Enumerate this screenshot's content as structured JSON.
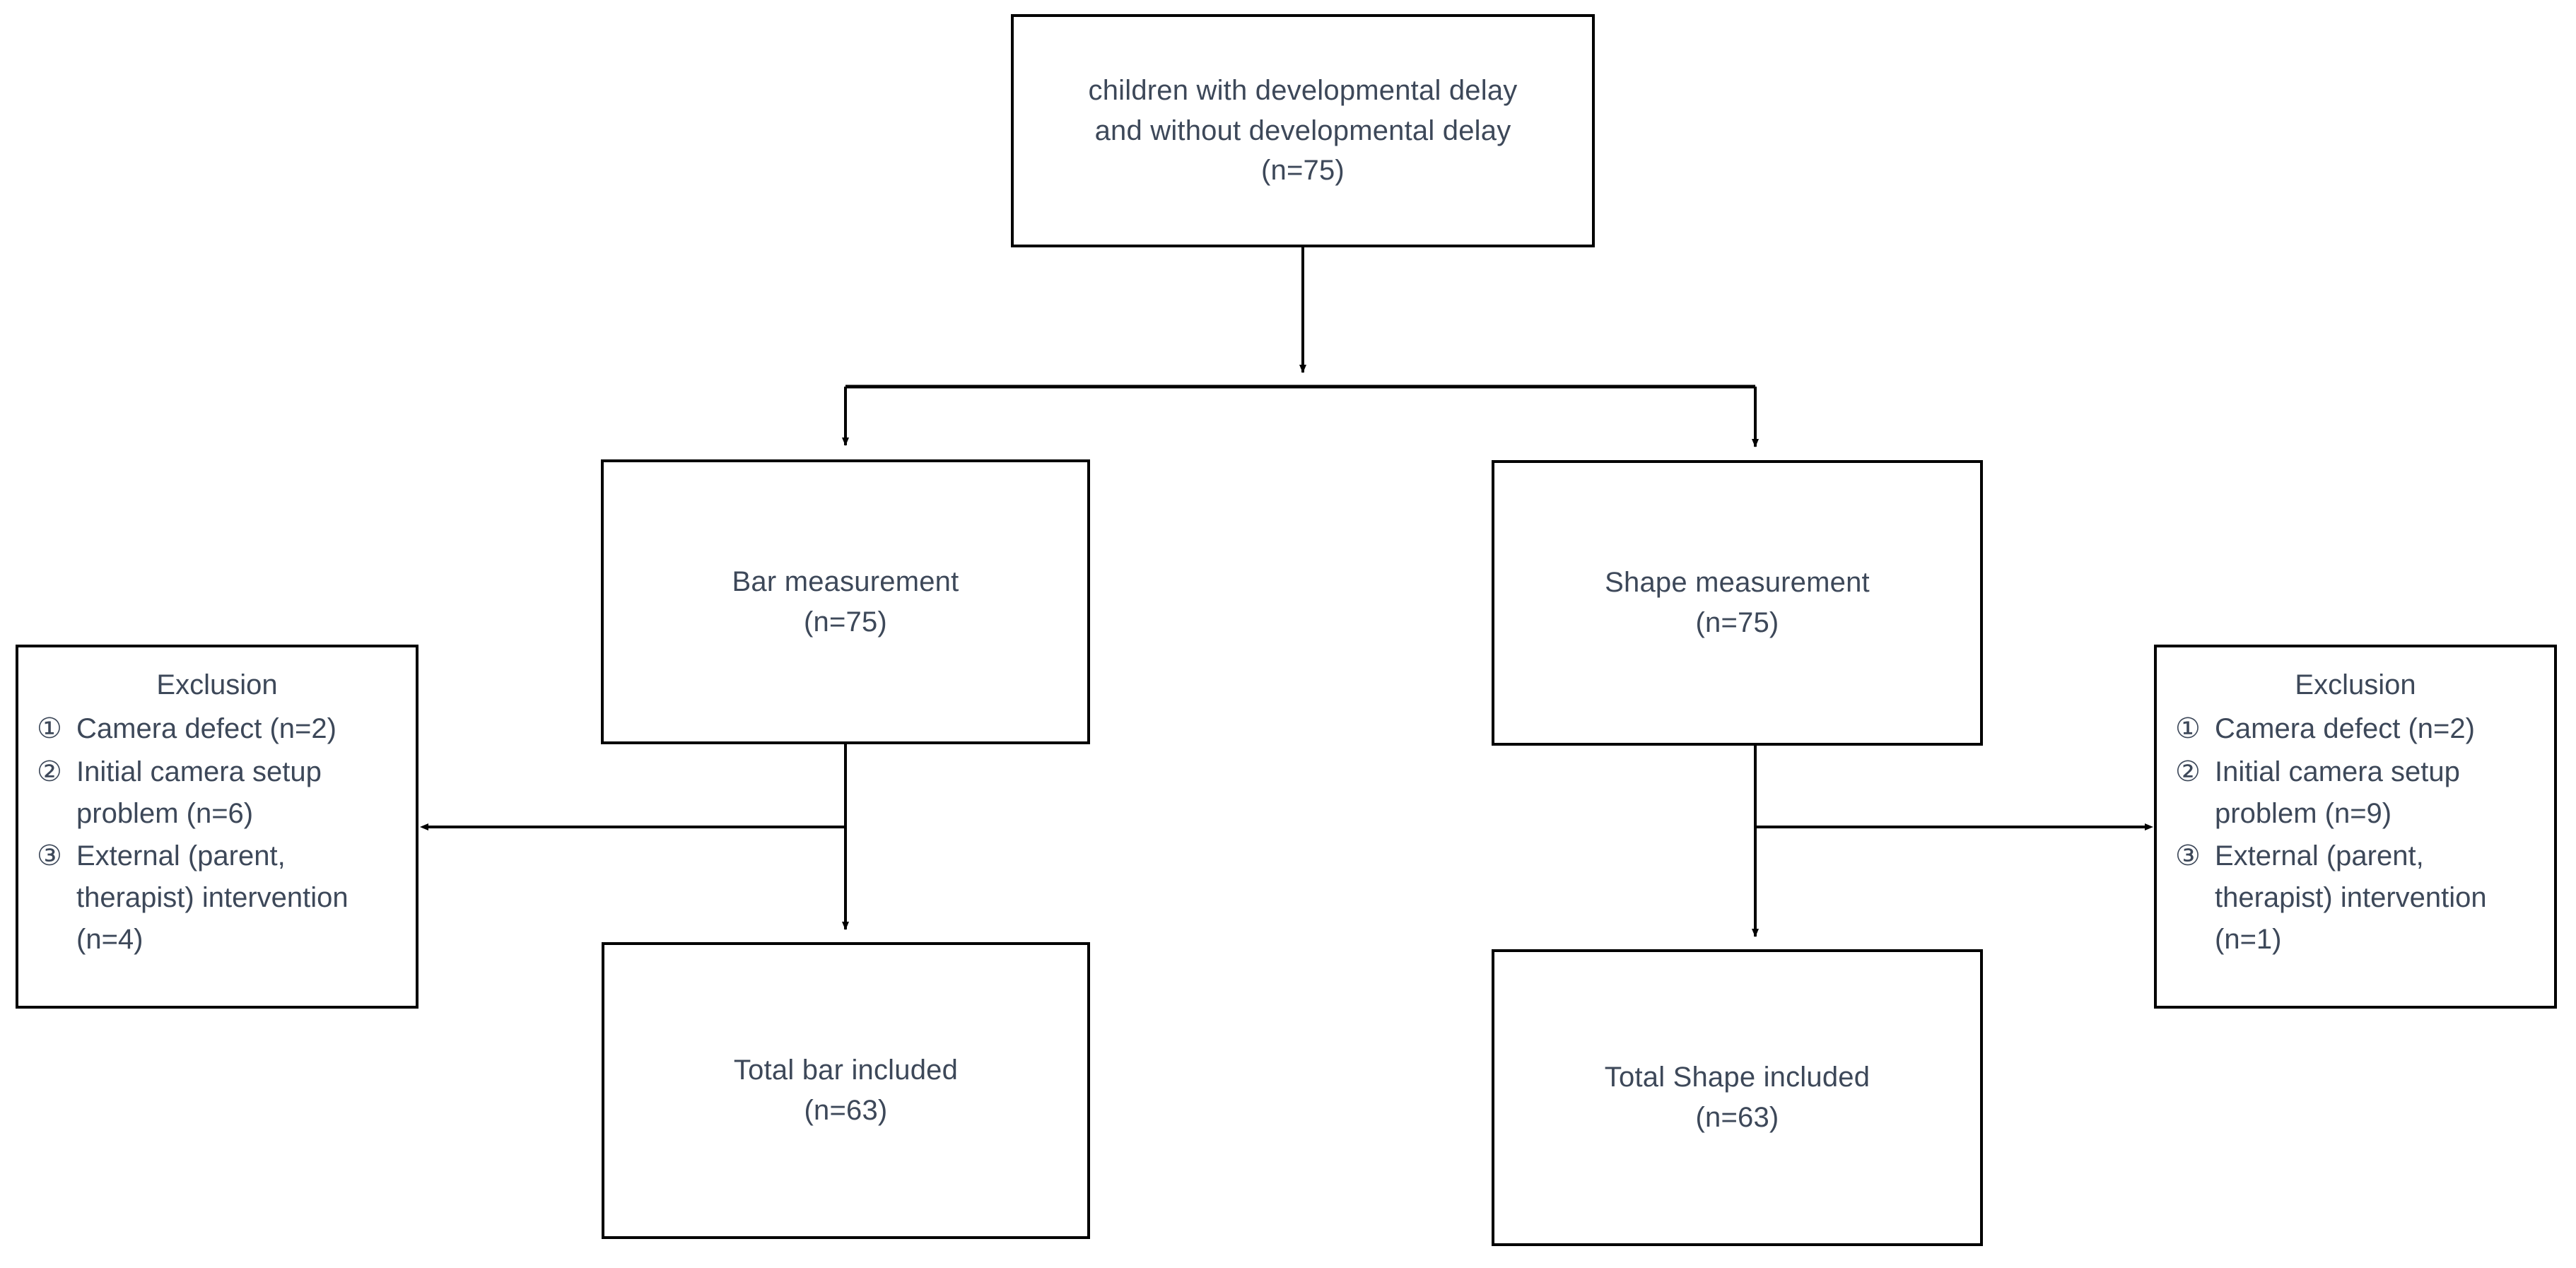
{
  "diagram": {
    "title_flow": "participant flow / CONSORT-style flowchart",
    "background_color": "#ffffff",
    "line_color": "#000000",
    "text_color": "#3d4859"
  },
  "nodes": {
    "source": {
      "id": "source",
      "text": "children with developmental delay\nand without developmental delay\n(n=75)"
    },
    "bar_measurement": {
      "id": "bar-measurement",
      "text": "Bar measurement\n(n=75)"
    },
    "shape_measurement": {
      "id": "shape-measurement",
      "text": "Shape measurement\n(n=75)"
    },
    "bar_total": {
      "id": "bar-total",
      "text": "Total bar included\n(n=63)"
    },
    "shape_total": {
      "id": "shape-total",
      "text": "Total Shape included\n(n=63)"
    },
    "exclusion_bar": {
      "id": "exclusion-bar",
      "title": "Exclusion",
      "items": [
        {
          "marker": "①",
          "label": "Camera defect (n=2)"
        },
        {
          "marker": "②",
          "label": "Initial camera setup problem (n=6)"
        },
        {
          "marker": "③",
          "label": "External (parent, therapist) intervention (n=4)"
        }
      ]
    },
    "exclusion_shape": {
      "id": "exclusion-shape",
      "title": "Exclusion",
      "items": [
        {
          "marker": "①",
          "label": "Camera defect (n=2)"
        },
        {
          "marker": "②",
          "label": "Initial camera setup problem (n=9)"
        },
        {
          "marker": "③",
          "label": "External (parent, therapist) intervention (n=1)"
        }
      ]
    }
  },
  "edges": [
    {
      "from": "source",
      "to": "split-junction",
      "kind": "arrow-down"
    },
    {
      "from": "split-junction",
      "to": "bar-measurement",
      "kind": "elbow-arrow-down"
    },
    {
      "from": "split-junction",
      "to": "shape-measurement",
      "kind": "elbow-arrow-down"
    },
    {
      "from": "bar-measurement",
      "to": "bar-total",
      "kind": "arrow-down"
    },
    {
      "from": "bar-measurement",
      "to": "exclusion-bar",
      "kind": "arrow-left"
    },
    {
      "from": "shape-measurement",
      "to": "shape-total",
      "kind": "arrow-down"
    },
    {
      "from": "shape-measurement",
      "to": "exclusion-shape",
      "kind": "arrow-right"
    }
  ]
}
